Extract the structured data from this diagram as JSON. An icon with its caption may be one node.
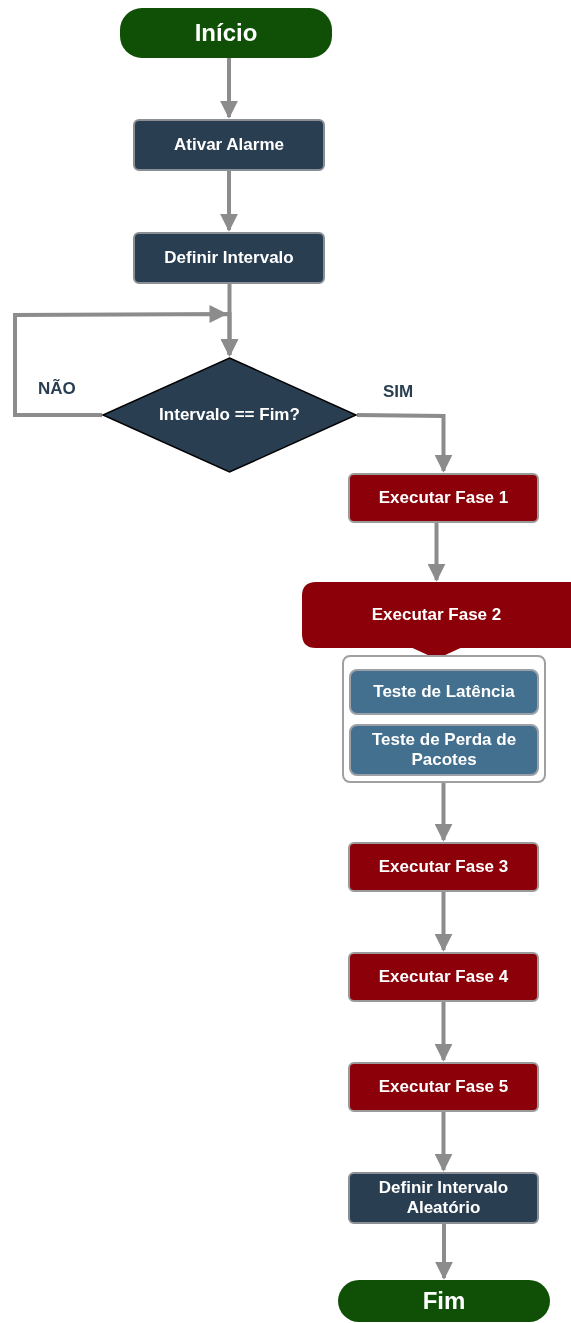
{
  "diagram": {
    "nodes": [
      {
        "text": [
          "Início"
        ]
      },
      {
        "text": [
          "Ativar Alarme"
        ]
      },
      {
        "text": [
          "Definir Intervalo"
        ]
      },
      {
        "text": [
          "Intervalo == Fim?"
        ]
      },
      {
        "text": [
          "Executar Fase 1"
        ]
      },
      {
        "text": [
          "Executar Fase 2"
        ]
      },
      {
        "text": [],
        "shape": "box"
      },
      {
        "text": [
          "Teste de Latência"
        ],
        "in": 6
      },
      {
        "text": [
          "Teste de Perda de Pacotes"
        ],
        "in": 6
      },
      {
        "text": [
          "Executar Fase 3"
        ]
      },
      {
        "text": [
          "Executar Fase 4"
        ]
      },
      {
        "text": [
          "Executar Fase 5"
        ]
      },
      {
        "text": [
          "Definir Intervalo Aleatório"
        ]
      },
      {
        "text": [
          "Fim"
        ]
      }
    ],
    "edges": [
      {
        "from": 0,
        "to": 1,
        "arrow": "to"
      },
      {
        "from": 1,
        "to": 2,
        "arrow": "to"
      },
      {
        "from": 2,
        "to": 3,
        "arrow": "to"
      },
      {
        "from": 3,
        "to": 3,
        "arrow": "to",
        "label": "NÃO"
      },
      {
        "from": 3,
        "to": 4,
        "arrow": "to",
        "label": "SIM"
      },
      {
        "from": 4,
        "to": 5,
        "arrow": "to"
      },
      {
        "from": 6,
        "to": 9,
        "arrow": "to"
      },
      {
        "from": 9,
        "to": 10,
        "arrow": "to"
      },
      {
        "from": 10,
        "to": 11,
        "arrow": "to"
      },
      {
        "from": 11,
        "to": 12,
        "arrow": "to"
      },
      {
        "from": 12,
        "to": 13,
        "arrow": "to"
      }
    ]
  }
}
